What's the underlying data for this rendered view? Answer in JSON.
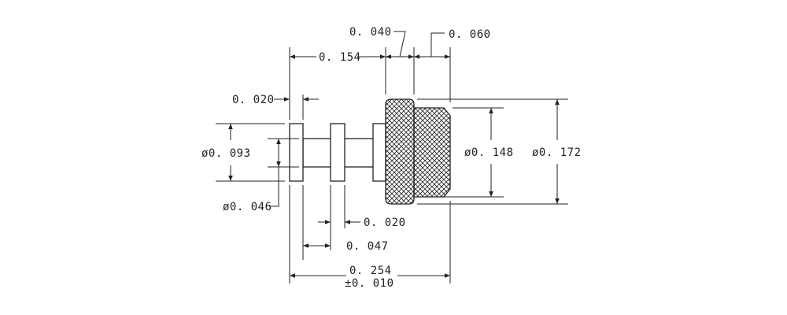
{
  "dimensions": {
    "knurl_step": "0. 040",
    "knurl_length": "0. 060",
    "shank_to_knurl": "0. 154",
    "flange_thickness": "0. 020",
    "flange_diameter": "ø0. 093",
    "shaft_diameter": "ø0. 046",
    "groove_width": "0. 020",
    "flange_spacing": "0. 047",
    "overall_length": "0. 254",
    "overall_tolerance": "±0. 010",
    "knurl_inner_diameter": "ø0. 148",
    "knurl_outer_diameter": "ø0. 172"
  }
}
